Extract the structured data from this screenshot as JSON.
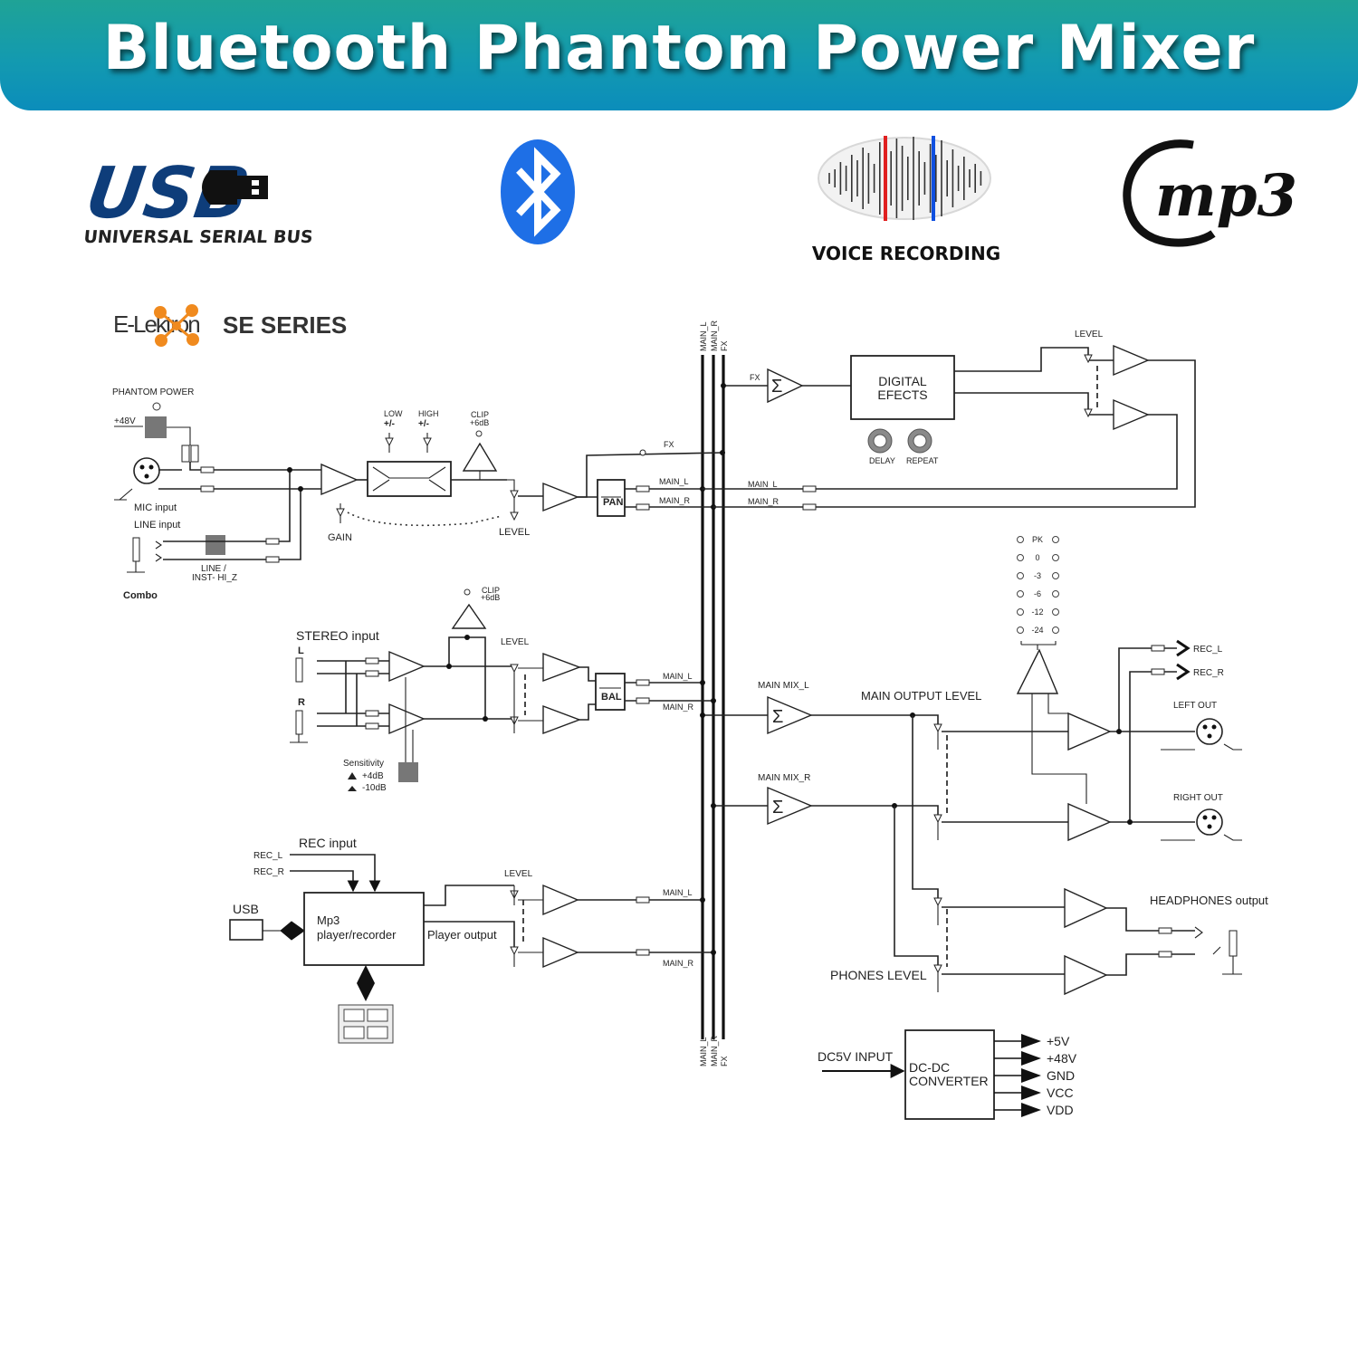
{
  "banner": {
    "title": "Bluetooth Phantom Power Mixer"
  },
  "logos": {
    "usb": {
      "word": "USB",
      "caption": "UNIVERSAL SERIAL BUS"
    },
    "voice": {
      "caption": "VOICE RECORDING"
    },
    "mp3": {
      "word": "mp3"
    }
  },
  "brand": {
    "name": "E-Lektron",
    "series": "SE SERIES"
  },
  "bus": {
    "top": [
      "MAIN_L",
      "MAIN_R",
      "FX"
    ],
    "bottom": [
      "MAIN_L",
      "MAIN_R",
      "FX"
    ]
  },
  "mic_channel": {
    "phantom": "PHANTOM POWER",
    "v48": "+48V",
    "mic_input": "MIC input",
    "line_input": "LINE input",
    "line_inst": "LINE /",
    "line_inst2": "INST- HI_Z",
    "combo": "Combo",
    "gain": "GAIN",
    "low": "LOW",
    "low_pm": "+/-",
    "high": "HIGH",
    "high_pm": "+/-",
    "clip": "CLIP",
    "clip_db": "+6dB",
    "level": "LEVEL",
    "pan": "PAN",
    "fx": "FX",
    "main_l": "MAIN_L",
    "main_r": "MAIN_R"
  },
  "fx_section": {
    "fx": "FX",
    "sigma": "Σ",
    "effects_line1": "DIGITAL",
    "effects_line2": "EFECTS",
    "delay": "DELAY",
    "repeat": "REPEAT",
    "level": "LEVEL",
    "main_l": "MAIN_L",
    "main_r": "MAIN_R"
  },
  "stereo_channel": {
    "title": "STEREO input",
    "l": "L",
    "r": "R",
    "clip": "CLIP",
    "clip_db": "+6dB",
    "level": "LEVEL",
    "bal": "BAL",
    "sensitivity": "Sensitivity",
    "s1": "+4dB",
    "s2": "-10dB",
    "main_l": "MAIN_L",
    "main_r": "MAIN_R"
  },
  "player_channel": {
    "rec_input": "REC input",
    "rec_l": "REC_L",
    "rec_r": "REC_R",
    "usb": "USB",
    "player1": "Mp3",
    "player2": "player/recorder",
    "player_output": "Player output",
    "level": "LEVEL",
    "main_l": "MAIN_L",
    "main_r": "MAIN_R"
  },
  "meter": {
    "labels": [
      "PK",
      "0",
      "-3",
      "-6",
      "-12",
      "-24"
    ]
  },
  "output": {
    "main_mix_l": "MAIN MIX_L",
    "main_mix_r": "MAIN MIX_R",
    "sigma": "Σ",
    "main_output_level": "MAIN OUTPUT LEVEL",
    "rec_l": "REC_L",
    "rec_r": "REC_R",
    "left_out": "LEFT OUT",
    "right_out": "RIGHT OUT",
    "headphones": "HEADPHONES output",
    "phones_level": "PHONES LEVEL"
  },
  "power": {
    "input": "DC5V INPUT",
    "converter1": "DC-DC",
    "converter2": "CONVERTER",
    "rails": [
      "+5V",
      "+48V",
      "GND",
      "VCC",
      "VDD"
    ]
  },
  "colors": {
    "banner_top": "#1fa396",
    "banner_bottom": "#0b8dbb",
    "usb_blue": "#0e3d7a",
    "bt_blue": "#1e6fe6",
    "meter_red": "#e02020",
    "meter_blue": "#1050e0",
    "logo_orange": "#f08a1e"
  }
}
